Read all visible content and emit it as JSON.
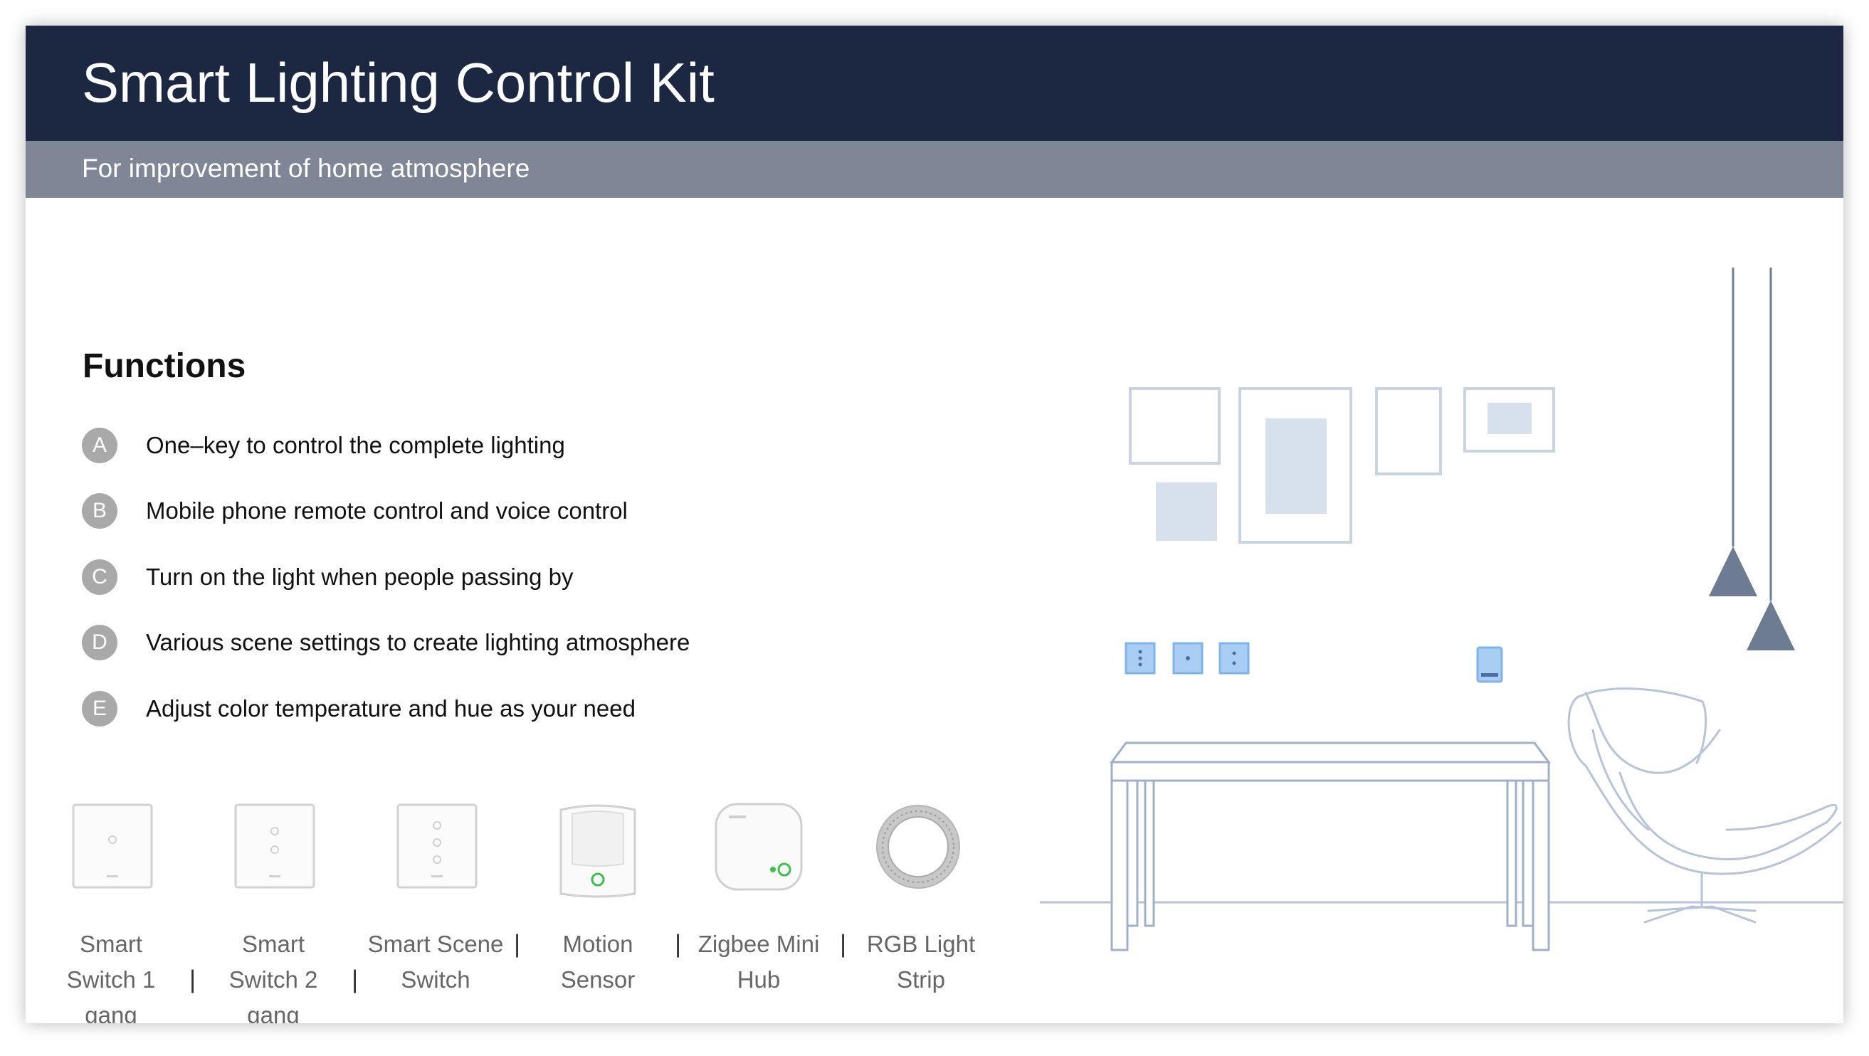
{
  "header": {
    "title": "Smart Lighting Control Kit",
    "subtitle": "For improvement of home atmosphere"
  },
  "functions": {
    "heading": "Functions",
    "items": [
      {
        "badge": "A",
        "text": "One–key to control the complete lighting"
      },
      {
        "badge": "B",
        "text": "Mobile phone remote control and voice control"
      },
      {
        "badge": "C",
        "text": "Turn on the light when people passing by"
      },
      {
        "badge": "D",
        "text": "Various scene settings to create lighting atmosphere"
      },
      {
        "badge": "E",
        "text": "Adjust color temperature and hue as your need"
      }
    ]
  },
  "products": {
    "items": [
      {
        "lines": [
          "Smart",
          "Switch 1",
          "gang"
        ],
        "icon": "switch-1-gang-icon"
      },
      {
        "lines": [
          "Smart",
          "Switch 2",
          "gang"
        ],
        "icon": "switch-2-gang-icon"
      },
      {
        "lines": [
          "Smart Scene",
          "Switch"
        ],
        "icon": "scene-switch-icon"
      },
      {
        "lines": [
          "Motion",
          "Sensor"
        ],
        "icon": "motion-sensor-icon"
      },
      {
        "lines": [
          "Zigbee Mini",
          "Hub"
        ],
        "icon": "zigbee-hub-icon"
      },
      {
        "lines": [
          "RGB Light",
          "Strip"
        ],
        "icon": "light-strip-icon"
      }
    ],
    "separator": "|"
  },
  "colors": {
    "header_bg": "#1c2742",
    "subheader_bg": "#7f8696",
    "badge_bg": "#a9a9a9",
    "illustration_line": "#b7c4d8",
    "illustration_fill": "#d7e1ee",
    "lamp": "#6e7c93",
    "device_blue": "#7fb3ea",
    "sensor_green": "#3fbf50"
  }
}
